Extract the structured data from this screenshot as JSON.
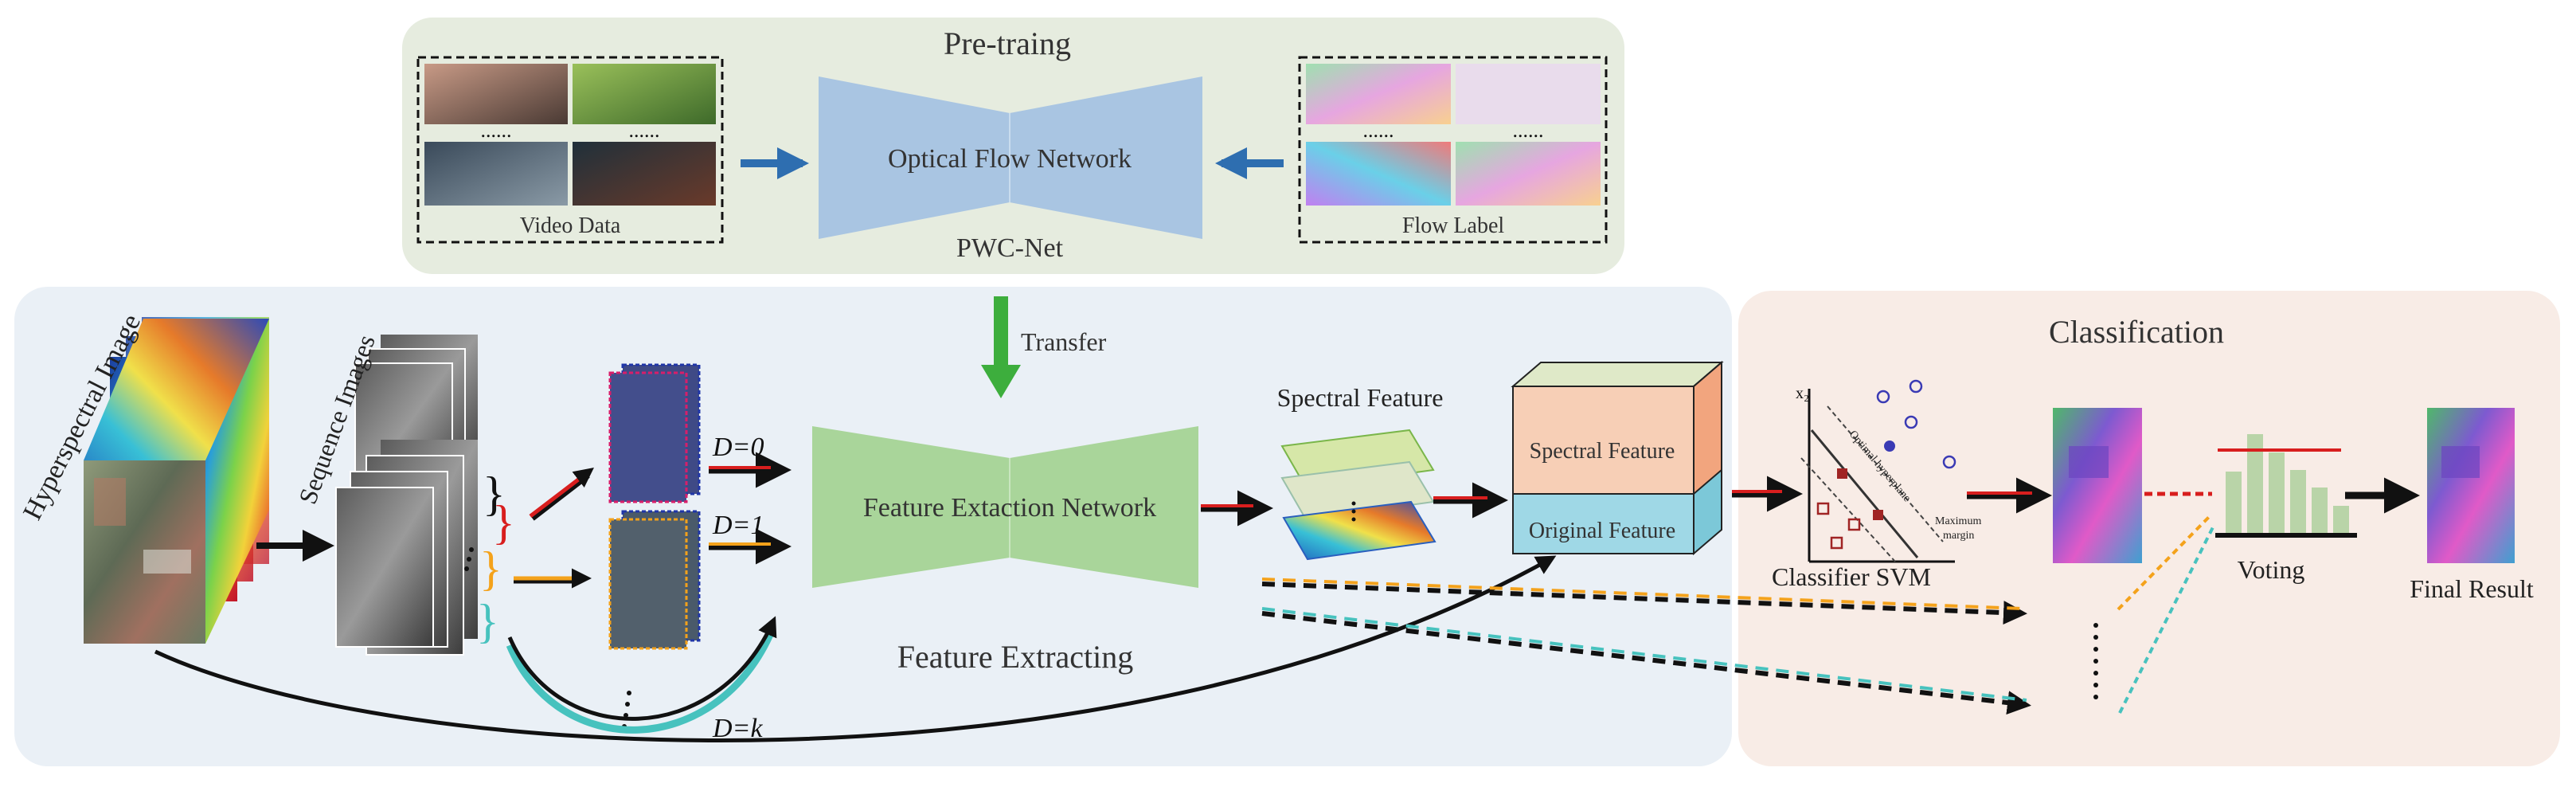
{
  "pretraining": {
    "title": "Pre-traing",
    "video_label": "Video Data",
    "flow_label": "Flow  Label",
    "network_label": "Optical Flow Network",
    "net_name": "PWC-Net",
    "ellipsis": "......"
  },
  "transfer_label": "Transfer",
  "extract": {
    "title": "Feature Extracting",
    "hsi_label": "Hyperspectral Image",
    "seq_label": "Sequence Images",
    "network_label": "Feature Extaction Network",
    "d0": "D=0",
    "d1": "D=1",
    "dk": "D=k",
    "spectral_feature_label": "Spectral Feature",
    "cube_top": "Spectral Feature",
    "cube_bottom": "Original Feature"
  },
  "classification": {
    "title": "Classification",
    "svm_label": "Classifier SVM",
    "svm_axis": "x₂",
    "svm_hyperplane": "Optimal hyperplane",
    "svm_margin_1": "Maximum",
    "svm_margin_2": "margin",
    "voting_label": "Voting",
    "final_label": "Final Result"
  },
  "colors": {
    "pretrain_bg": "#e6ecdf",
    "extract_bg": "#eaf0f6",
    "class_bg": "#f8ece6",
    "optical_net": "#a9c5e2",
    "feature_net": "#a9d59a",
    "cube_top": "#f7cfb6",
    "cube_bottom": "#9fd8e6",
    "arrow_blue": "#2e6eb0",
    "arrow_green": "#3dae3d",
    "red": "#d81e1e",
    "orange": "#f4a21b",
    "teal": "#47c2be"
  }
}
